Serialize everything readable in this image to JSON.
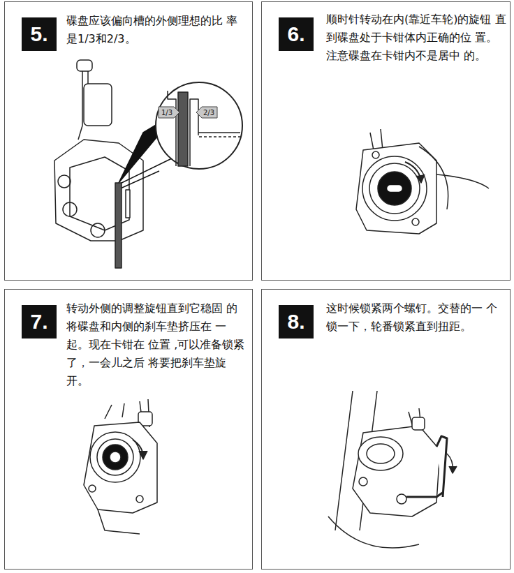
{
  "diagram": {
    "nodes": [
      {
        "text": [
          "碟盘应该偏向槽的外侧理想的比 率是1/3和2/3。"
        ]
      },
      {
        "text": [
          "5."
        ],
        "in": 0
      },
      {
        "text": [
          "1/3"
        ],
        "in": 0
      },
      {
        "text": [
          "2/3"
        ],
        "in": 0
      },
      {
        "text": [
          "顺时针转动在内(靠近车轮)的旋钮 直到碟盘处于卡钳体内正确的位 置。注意碟盘在卡钳内不是居中 的。"
        ]
      },
      {
        "text": [
          "6."
        ],
        "in": 4
      },
      {
        "text": [
          "转动外侧的调整旋钮直到它稳固 的将碟盘和内侧的刹车垫挤压在 一起。现在卡钳在 位置 ,可以准备锁紧了，一会儿之后 将要把刹车垫旋开。"
        ]
      },
      {
        "text": [
          "7."
        ],
        "in": 6
      },
      {
        "text": [
          "这时候锁紧两个螺钉。交替的一 个锁一下，轮番锁紧直到扭距。"
        ]
      },
      {
        "text": [
          "8."
        ],
        "in": 8
      }
    ]
  }
}
